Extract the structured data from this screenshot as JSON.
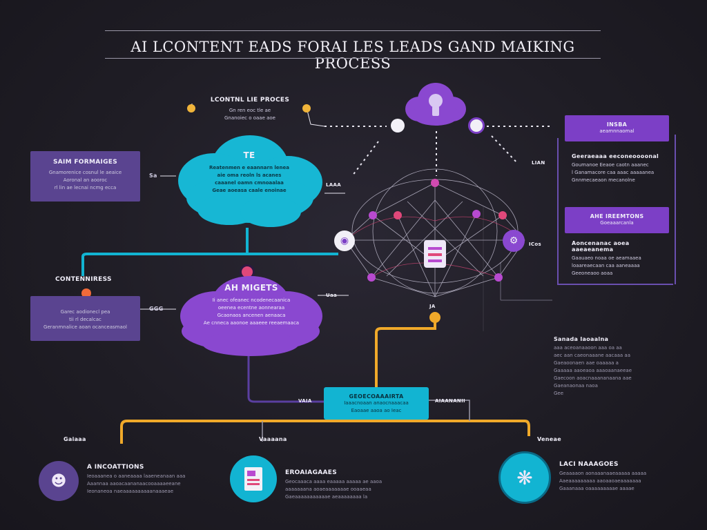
{
  "title": "AI LCONTENT EADS FORAI LES LEADS GAND MAIKING PROCESS",
  "left_column": {
    "top_box": {
      "heading": "SAIM FORMAIGES",
      "lines": [
        "Gnamorenice cosnul le aeaice",
        "Aoronal an aooroc",
        "rl lin ae lecnai ncmg ecca"
      ]
    },
    "top_box_connector_label": "Sa",
    "mid_label": "CONTENNIRESS",
    "bottom_box": {
      "lines": [
        "Garec aodionecl pea",
        "tii rl decalcac",
        "Geranmnalice aoan ocanceasmaol"
      ]
    },
    "bottom_box_connector_label": "GGG"
  },
  "cyan_cloud": {
    "header_label": "LCONTNL LIE PROCES",
    "header_lines": [
      "Gn ren eoc tle ae",
      "Gnanoiec o oaae aoe"
    ],
    "title": "TE",
    "lines": [
      "Reatenmen e eaannarn lenea",
      "aie oma reoln ls acanes",
      "caaanel oamn cmnoaalaa",
      "Geae aoeasa caale enoinae"
    ]
  },
  "purple_cloud": {
    "title": "AH MIGETS",
    "lines": [
      "Ii anec ofeanec ncodenecaanica",
      "oeenea ecentne aonnearaa",
      "Gcaonaos ancenen aenaaca",
      "Ae cnneca aaonoe aaaeee reeaemaaca"
    ]
  },
  "right_column": {
    "top_box": {
      "heading": "INSBA",
      "subheading": "aeamnnaomal"
    },
    "top_text": {
      "heading": "Geeraeaaa eeconeoooonal",
      "lines": [
        "Goumanoe Eeaoe caotn aaanec",
        "l Ganamacore caa aaac aaaaanea",
        "Gnnmecaeaon mecanolne"
      ]
    },
    "mid_box": {
      "heading": "AHE IREEMTONS",
      "subheading": "Goeaaarcanla"
    },
    "mid_text": {
      "heading": "Aoncenanac aoea aaeaeanema",
      "lines": [
        "Gaauaeo noaa oe aeamaaea",
        "loaareaecaan caa aaneaaaa",
        "Geeoneaoo aoaa"
      ]
    },
    "side_text": {
      "heading": "Sanada Iaoaalna",
      "lines": [
        "aaa aceoanaaoon aaa oa aa",
        "aec aan caeonaaane aacaaa aa",
        "Gaeaoonaen aae oaaaaa a",
        "Gaaaaa aaoeaoa aaaoaanaeeae",
        "Gaecoon aoacnaaananaana aae",
        "Gaeanaonaa naoa",
        "Gee"
      ]
    }
  },
  "network": {
    "labels": {
      "top_right": "LIAN",
      "mid_left": "LAAA",
      "lower_left": "Uaa",
      "right_node": "ICos",
      "bottom": "JA"
    }
  },
  "center_box": {
    "heading": "GEOECOAAAIRTA",
    "lines": [
      "Iaaacnoaan anaocnaaacaa",
      "Eaoaae aaoa ao Ieac"
    ],
    "left_label": "VAIA",
    "right_label": "AIAANANII"
  },
  "bottom_row": [
    {
      "connector_label": "Gaiaaa",
      "heading": "A INCOATTIONS",
      "lines": [
        "Ieoaaanea o aaneaaaa laaeneanaan aaa",
        "Aaannaa aaoacaananaacooaaaaeeane",
        "Ieonaneoa naeaaaaaaaaaanaaaeae"
      ]
    },
    {
      "connector_label": "Vaaaana",
      "heading": "EROAIAGAAES",
      "lines": [
        "Geocaaaca aaaa eaaaaa aaaaa ae aaoa",
        "aaaaaaana aoaeaaaaaaae ooaaeaa",
        "Gaeaaaaaaaaaaae aeaaaaaaaa la"
      ]
    },
    {
      "connector_label": "Veneae",
      "heading": "LACI NAAAGOES",
      "lines": [
        "Geaaaaon aonaaanaaeaaaaa aaaaa",
        "Aaeaaaaaaaaa aaoaaoaeaaaaaaa",
        "Gaaanaaa oaaaaaaaaae aaaae"
      ]
    }
  ],
  "colors": {
    "background": "#1f1d25",
    "cyan": "#12b4d2",
    "purple": "#7c3fc6",
    "purple_dark": "#5a4490",
    "amber": "#f0a92a",
    "pink": "#e0487a"
  }
}
